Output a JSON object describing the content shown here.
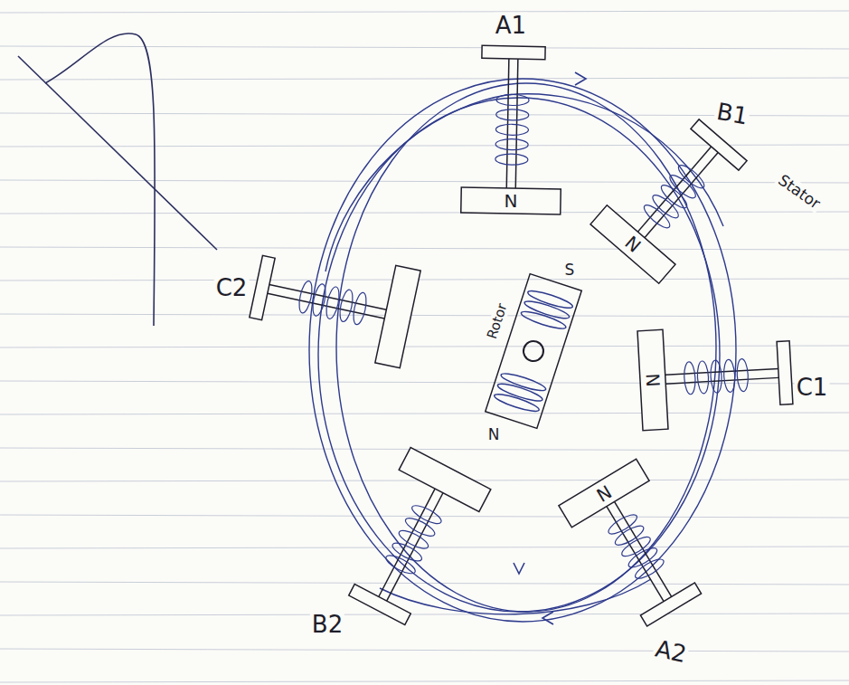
{
  "diagram": {
    "labels": [
      "A1",
      "B1",
      "Stator",
      "C2",
      "C1",
      "B2",
      "A2",
      "N",
      "N",
      "N",
      "N",
      "S",
      "Rotor",
      "N"
    ]
  }
}
